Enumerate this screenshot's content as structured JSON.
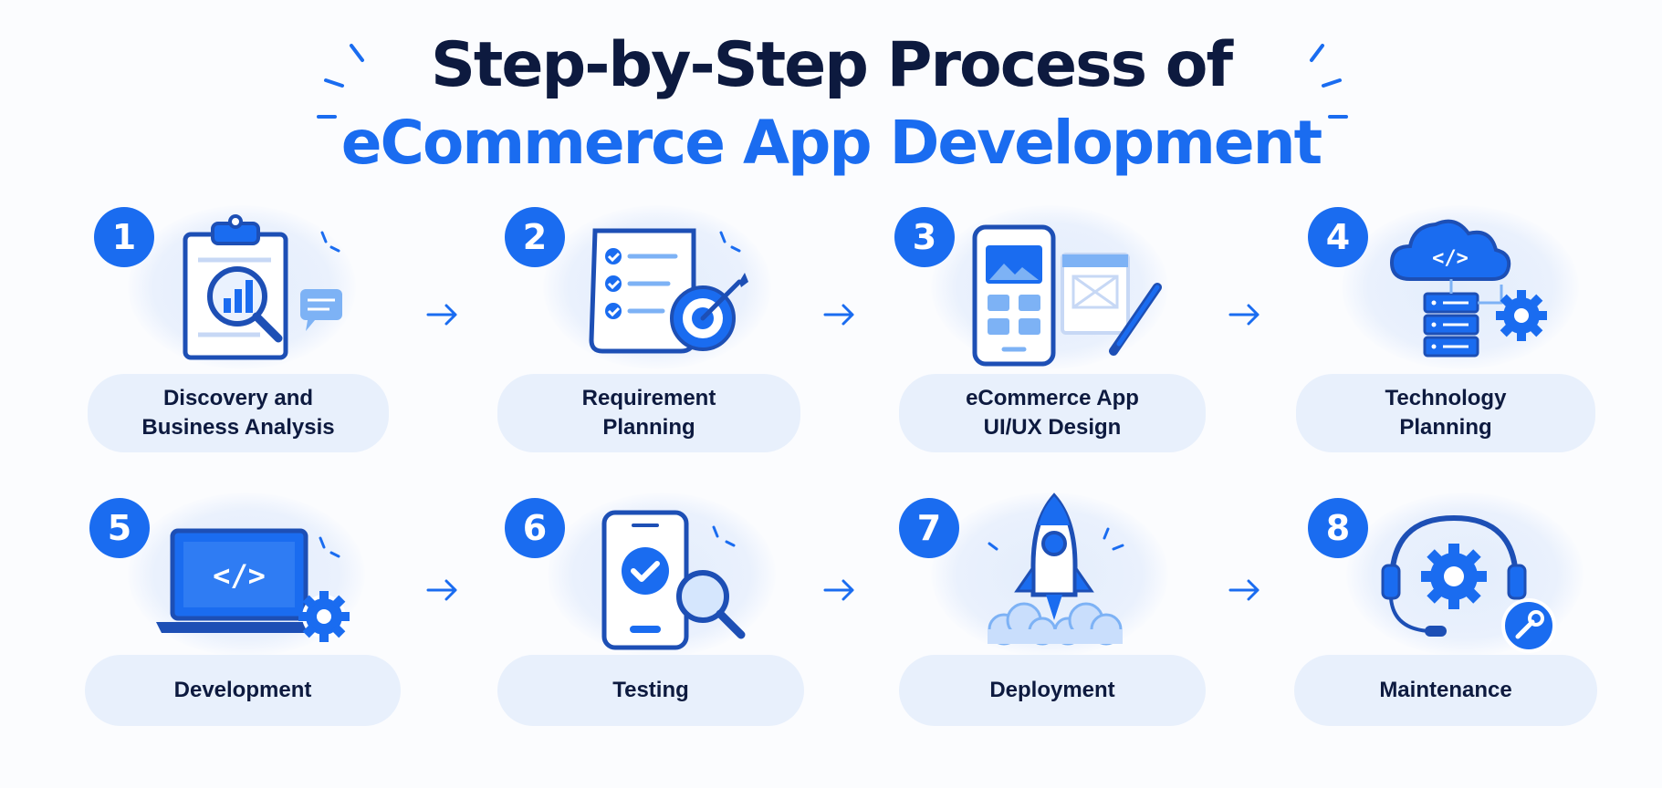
{
  "title": {
    "line1": "Step-by-Step Process of",
    "line2": "eCommerce App Development"
  },
  "colors": {
    "accent": "#1a6cf0",
    "dark": "#0d1a3f",
    "pill": "#e8f0fc"
  },
  "steps": [
    {
      "number": "1",
      "label_line1": "Discovery and",
      "label_line2": "Business Analysis",
      "icon": "clipboard-analytics-icon"
    },
    {
      "number": "2",
      "label_line1": "Requirement",
      "label_line2": "Planning",
      "icon": "checklist-target-icon"
    },
    {
      "number": "3",
      "label_line1": "eCommerce App",
      "label_line2": "UI/UX Design",
      "icon": "mobile-design-icon"
    },
    {
      "number": "4",
      "label_line1": "Technology",
      "label_line2": "Planning",
      "icon": "cloud-server-icon"
    },
    {
      "number": "5",
      "label_line1": "Development",
      "label_line2": "",
      "icon": "laptop-code-icon"
    },
    {
      "number": "6",
      "label_line1": "Testing",
      "label_line2": "",
      "icon": "phone-test-icon"
    },
    {
      "number": "7",
      "label_line1": "Deployment",
      "label_line2": "",
      "icon": "rocket-icon"
    },
    {
      "number": "8",
      "label_line1": "Maintenance",
      "label_line2": "",
      "icon": "headset-support-icon"
    }
  ]
}
